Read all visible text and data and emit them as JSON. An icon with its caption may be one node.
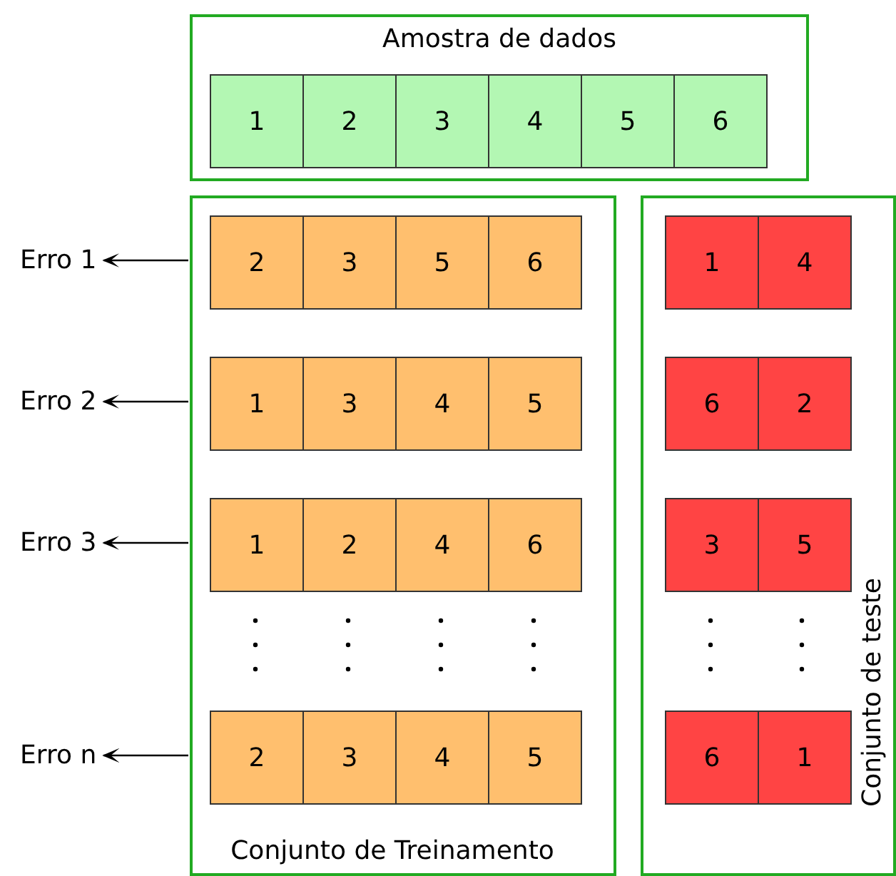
{
  "diagram": {
    "nodes": [
      {
        "text": [
          "Amostra de dados"
        ]
      },
      {
        "text": [
          "1"
        ],
        "in": 0
      },
      {
        "text": [
          "2"
        ],
        "in": 0
      },
      {
        "text": [
          "3"
        ],
        "in": 0
      },
      {
        "text": [
          "4"
        ],
        "in": 0
      },
      {
        "text": [
          "5"
        ],
        "in": 0
      },
      {
        "text": [
          "6"
        ],
        "in": 0
      },
      {
        "text": [
          "Conjunto de Treinamento"
        ]
      },
      {
        "text": [
          "2"
        ],
        "in": 7
      },
      {
        "text": [
          "3"
        ],
        "in": 7
      },
      {
        "text": [
          "5"
        ],
        "in": 7
      },
      {
        "text": [
          "6"
        ],
        "in": 7
      },
      {
        "text": [
          "1"
        ],
        "in": 7
      },
      {
        "text": [
          "3"
        ],
        "in": 7
      },
      {
        "text": [
          "4"
        ],
        "in": 7
      },
      {
        "text": [
          "5"
        ],
        "in": 7
      },
      {
        "text": [
          "1"
        ],
        "in": 7
      },
      {
        "text": [
          "2"
        ],
        "in": 7
      },
      {
        "text": [
          "4"
        ],
        "in": 7
      },
      {
        "text": [
          "6"
        ],
        "in": 7
      },
      {
        "text": [
          "2"
        ],
        "in": 7
      },
      {
        "text": [
          "3"
        ],
        "in": 7
      },
      {
        "text": [
          "4"
        ],
        "in": 7
      },
      {
        "text": [
          "5"
        ],
        "in": 7
      },
      {
        "text": [
          "Conjunto de teste"
        ]
      },
      {
        "text": [
          "1"
        ],
        "in": 24
      },
      {
        "text": [
          "4"
        ],
        "in": 24
      },
      {
        "text": [
          "6"
        ],
        "in": 24
      },
      {
        "text": [
          "2"
        ],
        "in": 24
      },
      {
        "text": [
          "3"
        ],
        "in": 24
      },
      {
        "text": [
          "5"
        ],
        "in": 24
      },
      {
        "text": [
          "6"
        ],
        "in": 24
      },
      {
        "text": [
          "1"
        ],
        "in": 24
      },
      {
        "text": [
          "Erro 1"
        ]
      },
      {
        "text": [
          "Erro 2"
        ]
      },
      {
        "text": [
          "Erro 3"
        ]
      },
      {
        "text": [
          "Erro n"
        ]
      }
    ],
    "edges": [
      {
        "from": 7,
        "to": 33,
        "arrow": "to"
      },
      {
        "from": 7,
        "to": 34,
        "arrow": "to"
      },
      {
        "from": 7,
        "to": 35,
        "arrow": "to"
      },
      {
        "from": 7,
        "to": 36,
        "arrow": "to"
      }
    ]
  }
}
